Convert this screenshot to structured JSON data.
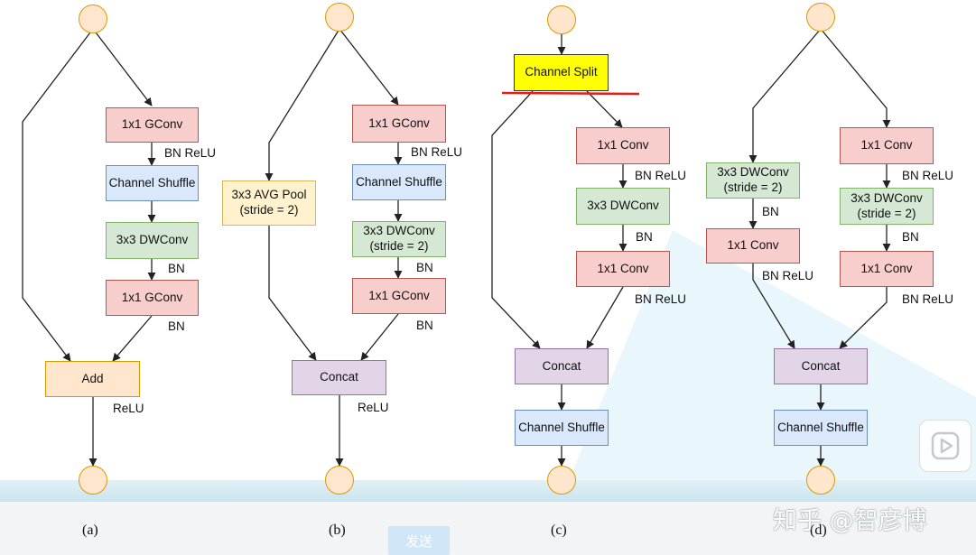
{
  "panels": {
    "a": {
      "caption": "(a)",
      "gconv1": "1x1 GConv",
      "bnrelu1": "BN ReLU",
      "shuffle": "Channel Shuffle",
      "dwconv": "3x3 DWConv",
      "bn1": "BN",
      "gconv2": "1x1 GConv",
      "bn2": "BN",
      "add": "Add",
      "relu": "ReLU"
    },
    "b": {
      "caption": "(b)",
      "avgpool": "3x3 AVG Pool\n(stride = 2)",
      "gconv1": "1x1 GConv",
      "bnrelu1": "BN ReLU",
      "shuffle": "Channel Shuffle",
      "dwconv": "3x3 DWConv\n(stride = 2)",
      "bn1": "BN",
      "gconv2": "1x1 GConv",
      "bn2": "BN",
      "concat": "Concat",
      "relu": "ReLU"
    },
    "c": {
      "caption": "(c)",
      "split": "Channel Split",
      "conv1": "1x1 Conv",
      "bnrelu1": "BN ReLU",
      "dwconv": "3x3 DWConv",
      "bn1": "BN",
      "conv2": "1x1 Conv",
      "bnrelu2": "BN ReLU",
      "concat": "Concat",
      "shuffle": "Channel Shuffle"
    },
    "d": {
      "caption": "(d)",
      "l_dwconv": "3x3 DWConv\n(stride = 2)",
      "l_bn": "BN",
      "l_conv": "1x1 Conv",
      "l_bnrelu": "BN ReLU",
      "r_conv1": "1x1 Conv",
      "r_bnrelu1": "BN ReLU",
      "r_dwconv": "3x3 DWConv\n(stride = 2)",
      "r_bn": "BN",
      "r_conv2": "1x1 Conv",
      "r_bnrelu2": "BN ReLU",
      "concat": "Concat",
      "shuffle": "Channel Shuffle"
    }
  },
  "overlay": {
    "send_button": "发送",
    "watermark": "知乎 @智彦博"
  }
}
